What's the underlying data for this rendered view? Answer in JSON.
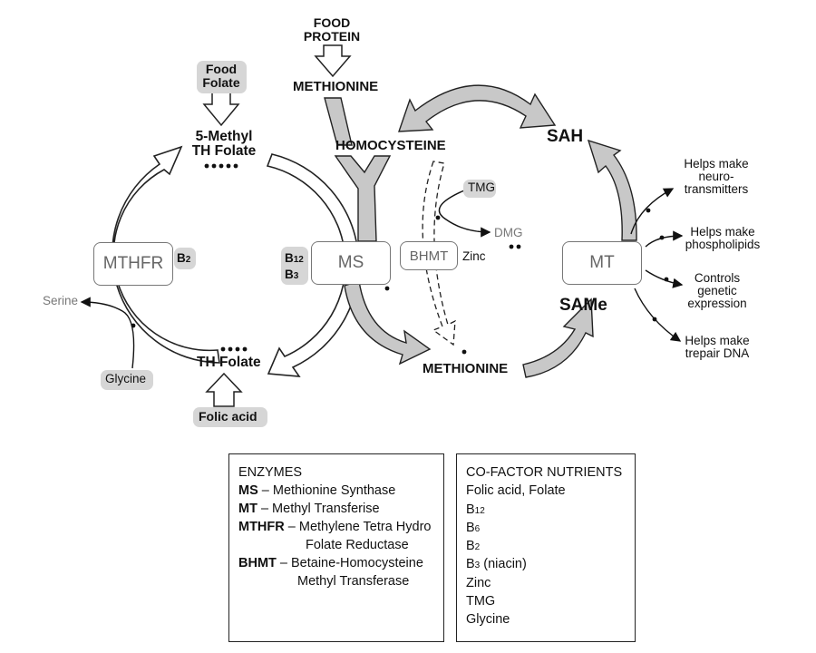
{
  "inputs": {
    "food_protein_line1": "FOOD",
    "food_protein_line2": "PROTEIN",
    "food_folate_line1": "Food",
    "food_folate_line2": "Folate",
    "folic_acid": "Folic acid"
  },
  "metabolites": {
    "methionine_top": "METHIONINE",
    "homocysteine": "HOMOCYSTEINE",
    "methyl_folate_line1": "5-Methyl",
    "methyl_folate_line2": "TH Folate",
    "th_folate": "TH Folate",
    "methionine_bottom": "METHIONINE",
    "sah": "SAH",
    "same": "SAMe",
    "serine": "Serine",
    "glycine": "Glycine",
    "tmg": "TMG",
    "dmg": "DMG"
  },
  "enzymes": {
    "mthfr": "MTHFR",
    "ms": "MS",
    "bhmt": "BHMT",
    "mt": "MT"
  },
  "cofactors": {
    "b2": "B",
    "b2_sub": "2",
    "b12": "B",
    "b12_sub": "12",
    "b3": "B",
    "b3_sub": "3",
    "zinc": "Zinc"
  },
  "outputs": {
    "neuro_line1": "Helps make",
    "neuro_line2": "neuro-",
    "neuro_line3": "transmitters",
    "phospho_line1": "Helps make",
    "phospho_line2": "phospholipids",
    "genetic_line1": "Controls",
    "genetic_line2": "genetic",
    "genetic_line3": "expression",
    "dna_line1": "Helps make",
    "dna_line2": "trepair DNA"
  },
  "legend_enzymes": {
    "heading": "ENZYMES",
    "rows": [
      {
        "abbr": "MS",
        "desc": " – Methionine Synthase"
      },
      {
        "abbr": "MT",
        "desc": " – Methyl Transferise"
      },
      {
        "abbr": "MTHFR",
        "desc": " – Methylene Tetra Hydro"
      },
      {
        "abbr": "",
        "desc": "Folate Reductase"
      },
      {
        "abbr": "BHMT",
        "desc": " – Betaine-Homocysteine"
      },
      {
        "abbr": "",
        "desc": "Methyl Transferase"
      }
    ]
  },
  "legend_cofactors": {
    "heading": "CO-FACTOR NUTRIENTS",
    "folic": "Folic acid, Folate",
    "b12": "B",
    "b12_sub": "12",
    "b6": "B",
    "b6_sub": "6",
    "b2": "B",
    "b2_sub": "2",
    "b3": "B",
    "b3_sub": "3",
    "b3_suffix": " (niacin)",
    "zinc": "Zinc",
    "tmg": "TMG",
    "glycine": "Glycine"
  },
  "colors": {
    "arrow_gray": "#c8c8c8",
    "pill_gray": "#d6d6d6",
    "enzyme_text": "#666666",
    "outline": "#222222"
  }
}
